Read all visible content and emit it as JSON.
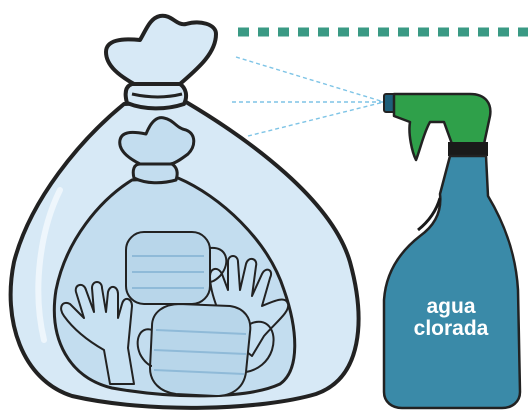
{
  "bottle": {
    "label_line1": "agua",
    "label_line2": "clorada"
  },
  "icons": {
    "outer_bag": "plastic-bag-icon",
    "inner_bag": "inner-plastic-bag-icon",
    "masks": "face-mask-icon",
    "gloves": "glove-icon",
    "spray_bottle": "spray-bottle-icon",
    "spray": "spray-mist-icon",
    "divider": "dashed-divider"
  },
  "colors": {
    "bag_fill": "#d7e9f6",
    "bag_inner": "#c3ddef",
    "mask": "#b8d6ea",
    "glove": "#c8e1f2",
    "bottle_body": "#3a8aa8",
    "bottle_trigger": "#2fa04a",
    "dash": "#3a9a84",
    "spray_line": "#7ec4e6",
    "outline": "#222222"
  }
}
